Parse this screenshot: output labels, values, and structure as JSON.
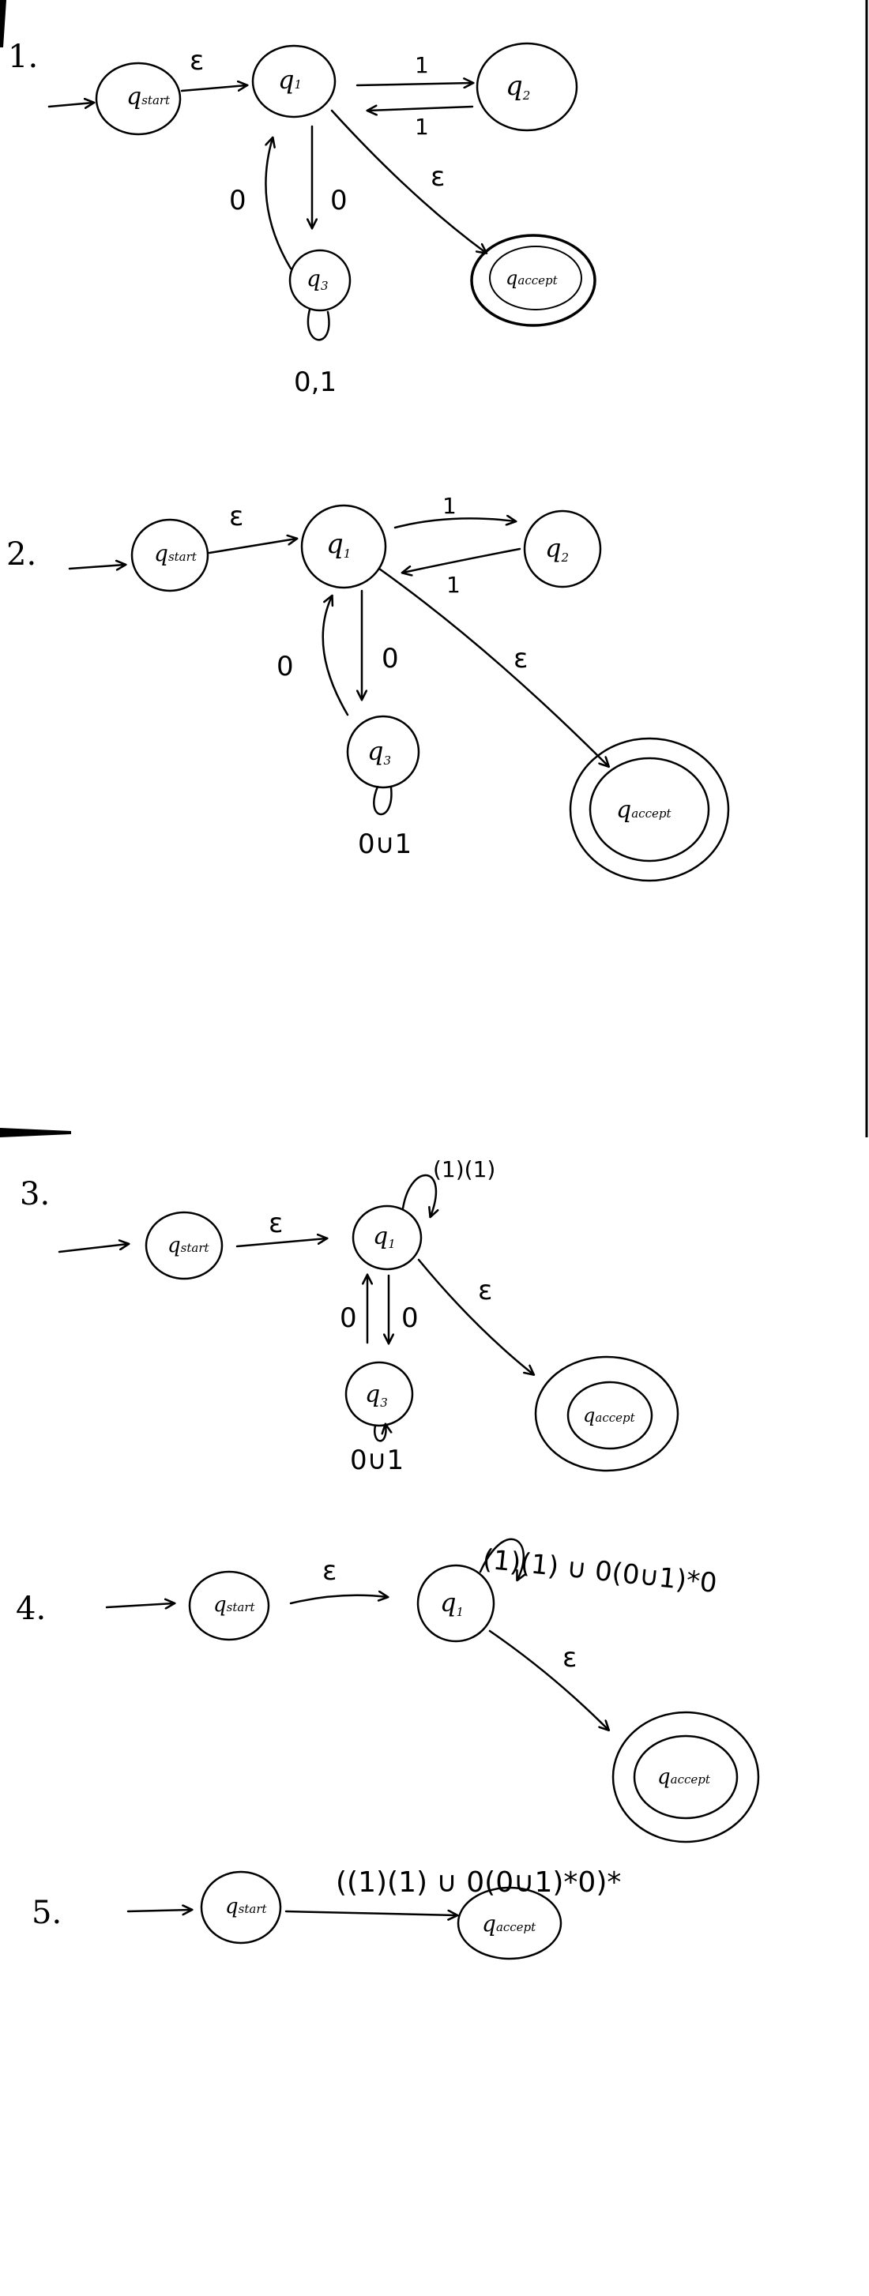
{
  "diagrams": [
    {
      "number": "1.",
      "states": {
        "start": "q",
        "start_sub": "start",
        "q1": "q",
        "q1_sub": "1",
        "q2": "q",
        "q2_sub": "2",
        "q3": "q",
        "q3_sub": "3",
        "accept": "q",
        "accept_sub": "accept"
      },
      "labels": {
        "start_q1": "ε",
        "q1_q2": "1",
        "q2_q1": "1",
        "q1_accept": "ε",
        "q3_q1": "0",
        "q1_q3": "0",
        "q3_loop": "0,1"
      }
    },
    {
      "number": "2.",
      "states": {
        "start": "q",
        "start_sub": "start",
        "q1": "q",
        "q1_sub": "1",
        "q2": "q",
        "q2_sub": "2",
        "q3": "q",
        "q3_sub": "3",
        "accept": "q",
        "accept_sub": "accept"
      },
      "labels": {
        "start_q1": "ε",
        "q1_q2": "1",
        "q2_q1": "1",
        "q1_accept": "ε",
        "q3_q1": "0",
        "q1_q3": "0",
        "q3_loop": "0∪1"
      }
    },
    {
      "number": "3.",
      "states": {
        "start": "q",
        "start_sub": "start",
        "q1": "q",
        "q1_sub": "1",
        "q3": "q",
        "q3_sub": "3",
        "accept": "q",
        "accept_sub": "accept"
      },
      "labels": {
        "start_q1": "ε",
        "q1_loop": "(1)(1)",
        "q1_accept": "ε",
        "q3_q1": "0",
        "q1_q3": "0",
        "q3_loop": "0∪1"
      }
    },
    {
      "number": "4.",
      "states": {
        "start": "q",
        "start_sub": "start",
        "q1": "q",
        "q1_sub": "1",
        "accept": "q",
        "accept_sub": "accept"
      },
      "labels": {
        "start_q1": "ε",
        "q1_loop": "(1)(1) ∪ 0(0∪1)*0",
        "q1_accept": "ε"
      }
    },
    {
      "number": "5.",
      "states": {
        "start": "q",
        "start_sub": "start",
        "accept": "q",
        "accept_sub": "accept"
      },
      "labels": {
        "start_accept": "((1)(1) ∪ 0(0∪1)*0)*"
      }
    }
  ]
}
